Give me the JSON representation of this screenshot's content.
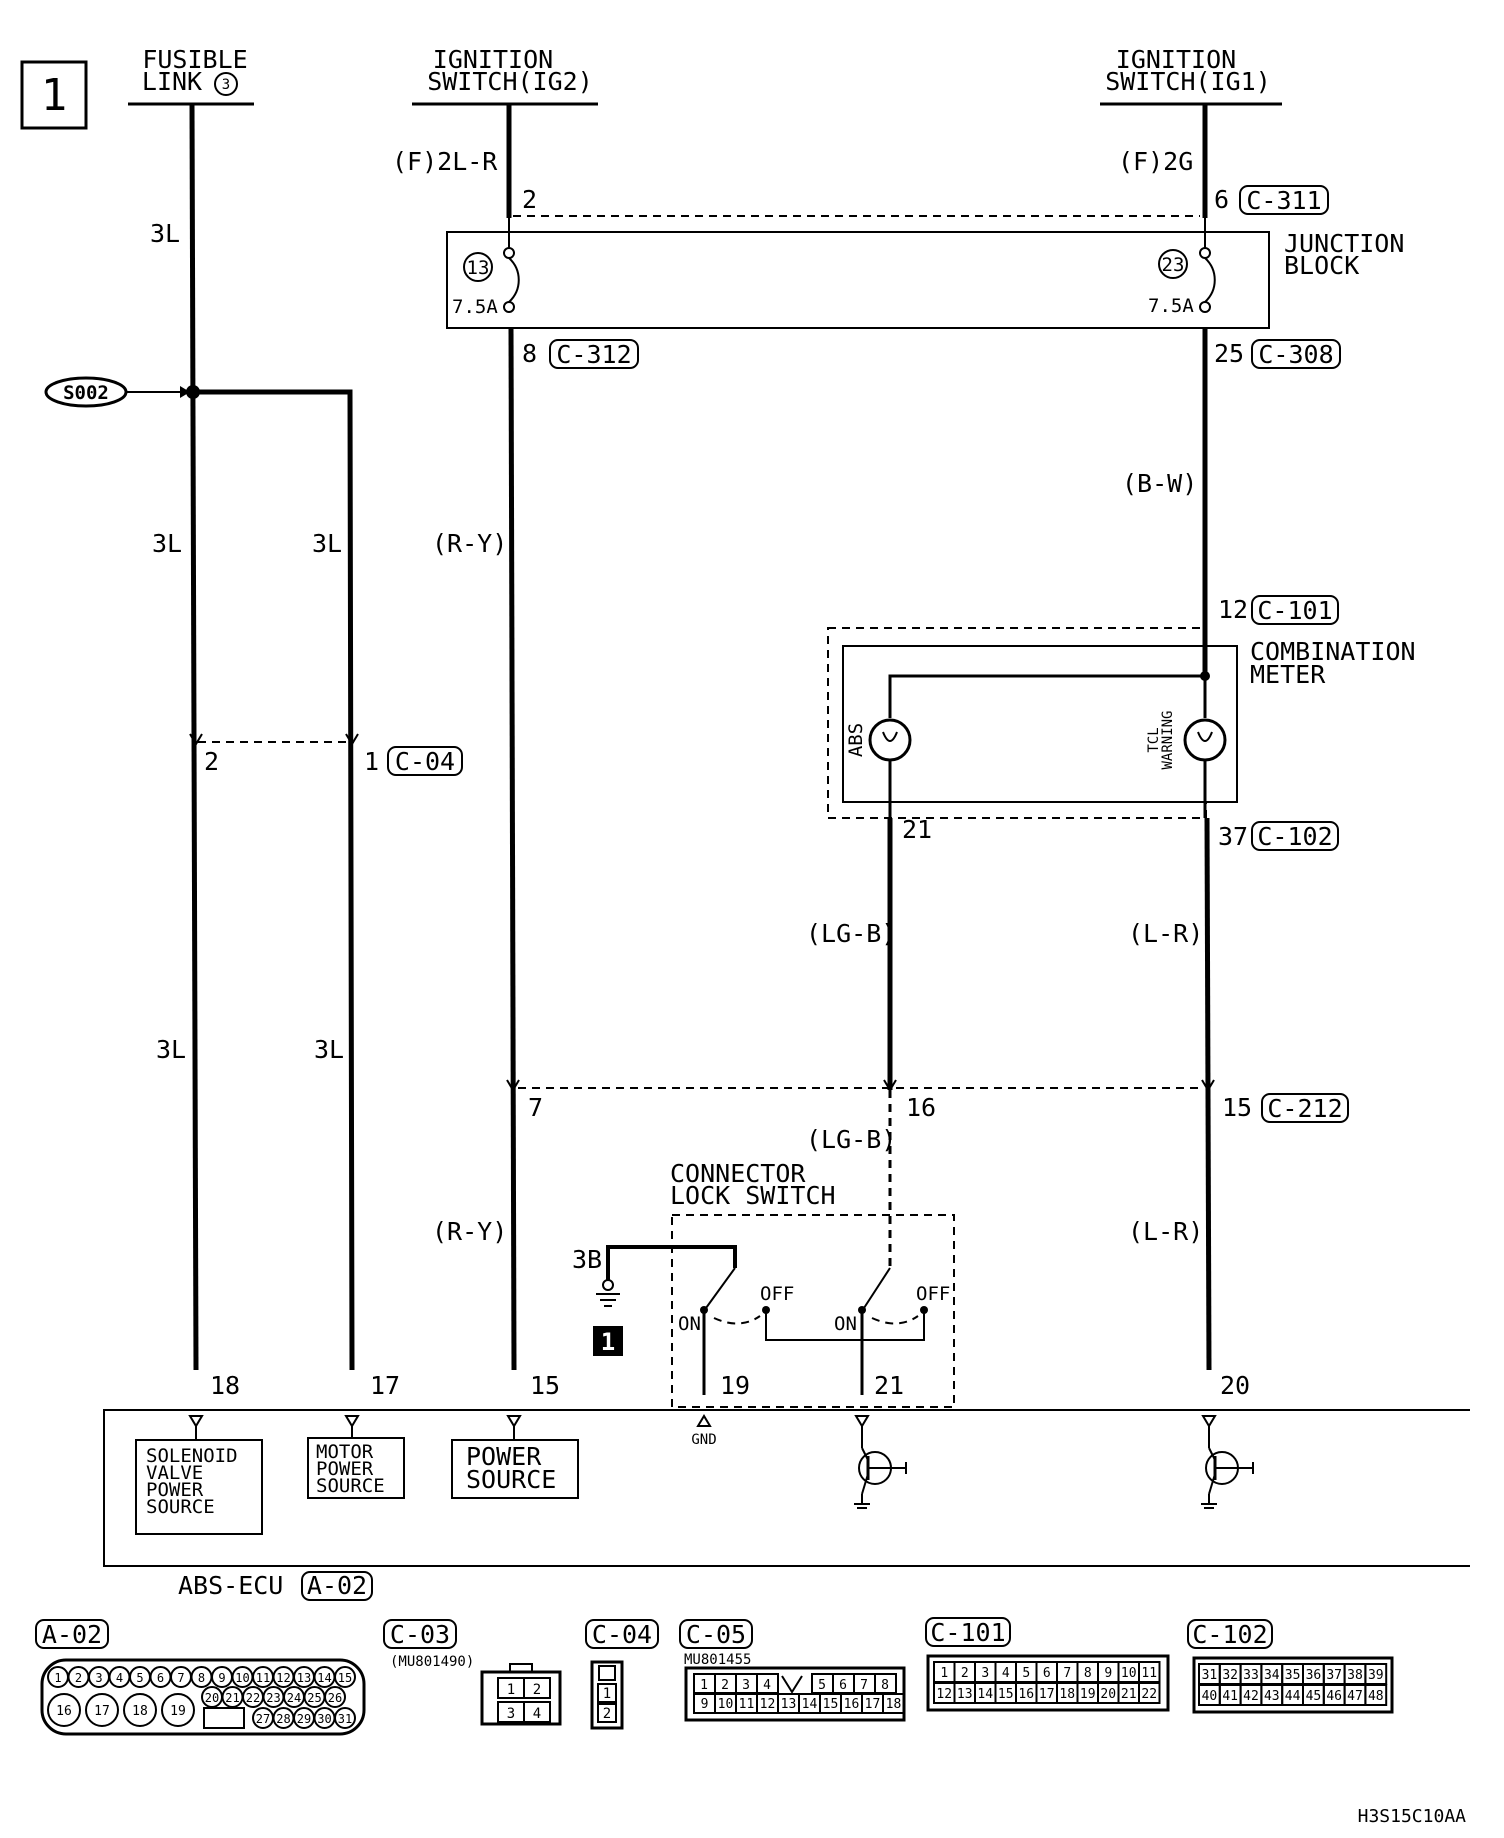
{
  "page_badge": "1",
  "ground_badge": "1",
  "drawing_code": "H3S15C10AA",
  "sources": {
    "fusible_link": [
      "FUSIBLE",
      "LINK",
      "3"
    ],
    "ignition_ig2": [
      "IGNITION",
      "SWITCH(IG2)"
    ],
    "ignition_ig1": [
      "IGNITION",
      "SWITCH(IG1)"
    ]
  },
  "splice": "S002",
  "wires": {
    "fl_top": "3L",
    "fl_mid": "3L",
    "fl_low": "3L",
    "motor_mid": "3L",
    "motor_low": "3L",
    "ig2_top": "(F)2L-R",
    "ig2_mid": "(R-Y)",
    "ig2_low": "(R-Y)",
    "ig1_top": "(F)2G",
    "ig1_mid": "(B-W)",
    "lgb_1": "(LG-B)",
    "lgb_2": "(LG-B)",
    "lr_1": "(L-R)",
    "lr_2": "(L-R)"
  },
  "junction_block": {
    "label": [
      "JUNCTION",
      "BLOCK"
    ],
    "fuse_left_no": "13",
    "fuse_right_no": "23",
    "fuse_left_rating": "7.5A",
    "fuse_right_rating": "7.5A"
  },
  "pins": {
    "ig2_in": "2",
    "ig1_in": "6",
    "ig2_out": "8",
    "ig1_out": "25",
    "meter_in": "12",
    "abs_out": "21",
    "tcl_out": "37",
    "c04_left": "2",
    "c04_right": "1",
    "c212_a": "7",
    "c212_b": "16",
    "c212_c": "15",
    "ecu_18": "18",
    "ecu_17": "17",
    "ecu_15": "15",
    "ecu_19": "19",
    "ecu_21": "21",
    "ecu_20": "20"
  },
  "connectors": {
    "c311": "C-311",
    "c312": "C-312",
    "c308": "C-308",
    "c101": "C-101",
    "c102": "C-102",
    "c04": "C-04",
    "c212": "C-212"
  },
  "combination_meter": {
    "label": [
      "COMBINATION",
      "METER"
    ],
    "abs_lamp": "ABS",
    "tcl_lamp": [
      "TCL",
      "WARNING"
    ]
  },
  "lock_switch": {
    "label": [
      "CONNECTOR",
      "LOCK SWITCH"
    ],
    "ground_ref": "3B",
    "on": "ON",
    "off": "OFF"
  },
  "ecu": {
    "name": "ABS-ECU",
    "connector": "A-02",
    "boxes": {
      "solenoid": [
        "SOLENOID",
        "VALVE",
        "POWER",
        "SOURCE"
      ],
      "motor": [
        "MOTOR",
        "POWER",
        "SOURCE"
      ],
      "power": [
        "POWER",
        "SOURCE"
      ]
    },
    "gnd": "GND"
  },
  "connector_views": {
    "a02": {
      "name": "A-02",
      "row1": [
        "1",
        "2",
        "3",
        "4",
        "5",
        "6",
        "7",
        "8",
        "9",
        "10",
        "11",
        "12",
        "13",
        "14",
        "15"
      ],
      "row2": [
        "16",
        "17",
        "18",
        "19"
      ],
      "row2b": [
        "20",
        "21",
        "22",
        "23",
        "24",
        "25",
        "26"
      ],
      "row3": [
        "27",
        "28",
        "29",
        "30",
        "31"
      ]
    },
    "c03": {
      "name": "C-03",
      "part": "(MU801490)",
      "cells": [
        "1",
        "2",
        "3",
        "4"
      ]
    },
    "c04": {
      "name": "C-04",
      "cells": [
        "1",
        "2"
      ]
    },
    "c05": {
      "name": "C-05",
      "part": "MU801455",
      "row1": [
        "1",
        "2",
        "3",
        "4",
        "5",
        "6",
        "7",
        "8"
      ],
      "row2": [
        "9",
        "10",
        "11",
        "12",
        "13",
        "14",
        "15",
        "16",
        "17",
        "18"
      ]
    },
    "c101": {
      "name": "C-101",
      "row1": [
        "1",
        "2",
        "3",
        "4",
        "5",
        "6",
        "7",
        "8",
        "9",
        "10",
        "11"
      ],
      "row2": [
        "12",
        "13",
        "14",
        "15",
        "16",
        "17",
        "18",
        "19",
        "20",
        "21",
        "22"
      ]
    },
    "c102": {
      "name": "C-102",
      "row1": [
        "31",
        "32",
        "33",
        "34",
        "35",
        "36",
        "37",
        "38",
        "39"
      ],
      "row2": [
        "40",
        "41",
        "42",
        "43",
        "44",
        "45",
        "46",
        "47",
        "48"
      ]
    }
  }
}
